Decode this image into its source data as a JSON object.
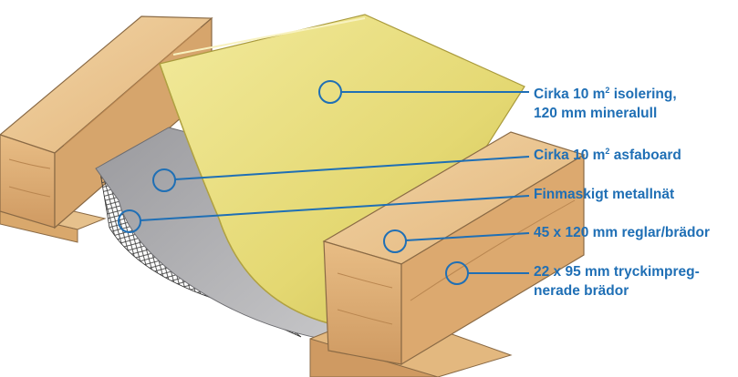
{
  "accent_color": "#1f6fb5",
  "labels": [
    {
      "id": "insulation",
      "line1_pre": "Cirka 10 m",
      "line1_sup": "2",
      "line1_post": " isolering,",
      "line2": "120 mm mineralull"
    },
    {
      "id": "asfaboard",
      "line1_pre": "Cirka 10 m",
      "line1_sup": "2",
      "line1_post": " asfaboard",
      "line2": ""
    },
    {
      "id": "mesh",
      "line1_pre": "Finmaskigt metallnät",
      "line1_sup": "",
      "line1_post": "",
      "line2": ""
    },
    {
      "id": "studs",
      "line1_pre": "45 x 120 mm reglar/brädor",
      "line1_sup": "",
      "line1_post": "",
      "line2": ""
    },
    {
      "id": "boards",
      "line1_pre": "22 x 95 mm tryckimpreg-",
      "line1_sup": "",
      "line1_post": "",
      "line2": "nerade brädor"
    }
  ]
}
